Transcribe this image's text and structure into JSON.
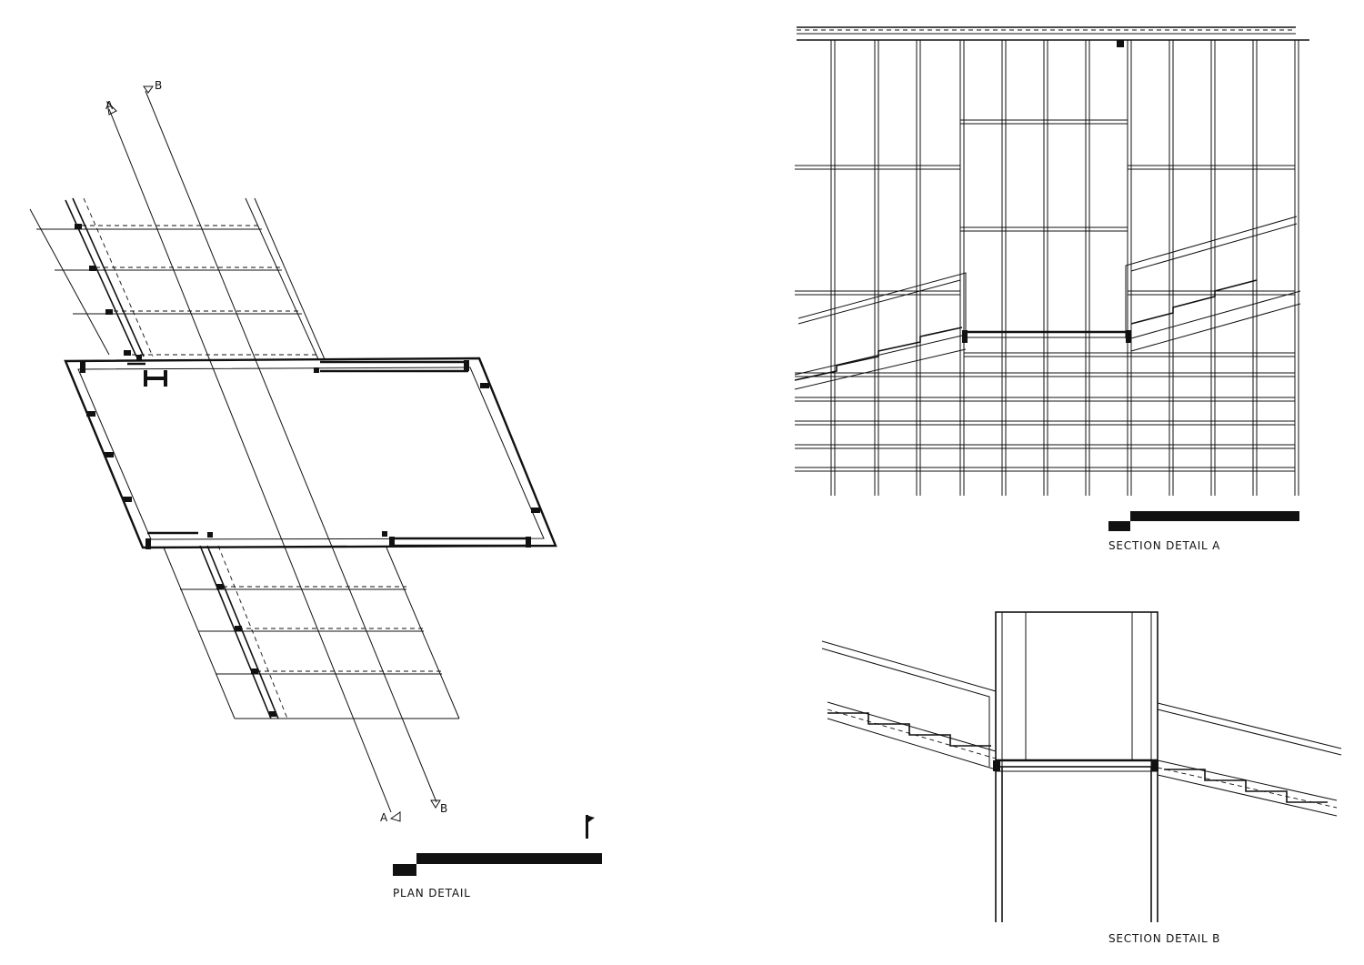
{
  "drawings": {
    "plan": {
      "caption": "PLAN DETAIL",
      "cut_a_top": "A",
      "cut_b_top": "B",
      "cut_a_bottom": "A",
      "cut_b_bottom": "B"
    },
    "section_a": {
      "caption": "SECTION DETAIL A"
    },
    "section_b": {
      "caption": "SECTION DETAIL B"
    }
  },
  "colors": {
    "ink": "#111111",
    "paper": "#ffffff"
  }
}
